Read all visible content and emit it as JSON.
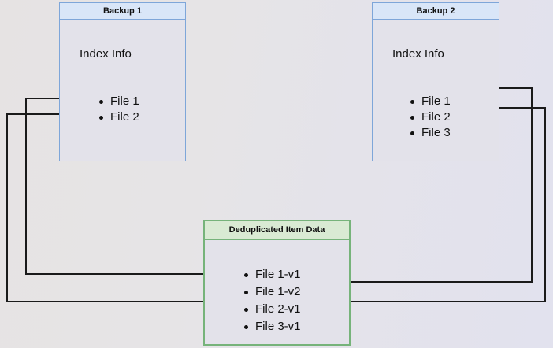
{
  "diagram": {
    "title": "Backup deduplication index diagram",
    "background_color": "#e3e2ea",
    "accent_blue": "#7ea6d9",
    "accent_green": "#76b37a",
    "header_blue_fill": "#d9e6f8",
    "header_green_fill": "#d9ead3",
    "line_color": "#1a1a1a"
  },
  "backup1": {
    "header": "Backup 1",
    "subtitle": "Index Info",
    "files": [
      {
        "label": "File 1"
      },
      {
        "label": "File 2"
      }
    ]
  },
  "backup2": {
    "header": "Backup 2",
    "subtitle": "Index Info",
    "files": [
      {
        "label": "File 1"
      },
      {
        "label": "File 2"
      },
      {
        "label": "File 3"
      }
    ]
  },
  "dedup": {
    "header": "Deduplicated Item Data",
    "items": [
      {
        "label": "File 1-v1"
      },
      {
        "label": "File 1-v2"
      },
      {
        "label": "File 2-v1"
      },
      {
        "label": "File 3-v1"
      }
    ]
  },
  "connections": [
    {
      "name": "backup1-file1-to-file1v1",
      "from": "Backup 1 / File 1",
      "to": "Deduplicated Item Data / File 1-v1",
      "side": "left"
    },
    {
      "name": "backup1-file2-to-file2v1",
      "from": "Backup 1 / File 2",
      "to": "Deduplicated Item Data / File 2-v1",
      "side": "left"
    },
    {
      "name": "backup2-file1-to-file1v2",
      "from": "Backup 2 / File 1",
      "to": "Deduplicated Item Data / File 1-v2",
      "side": "right"
    },
    {
      "name": "backup2-file2-to-file2v1",
      "from": "Backup 2 / File 2",
      "to": "Deduplicated Item Data / File 2-v1",
      "side": "right"
    }
  ]
}
